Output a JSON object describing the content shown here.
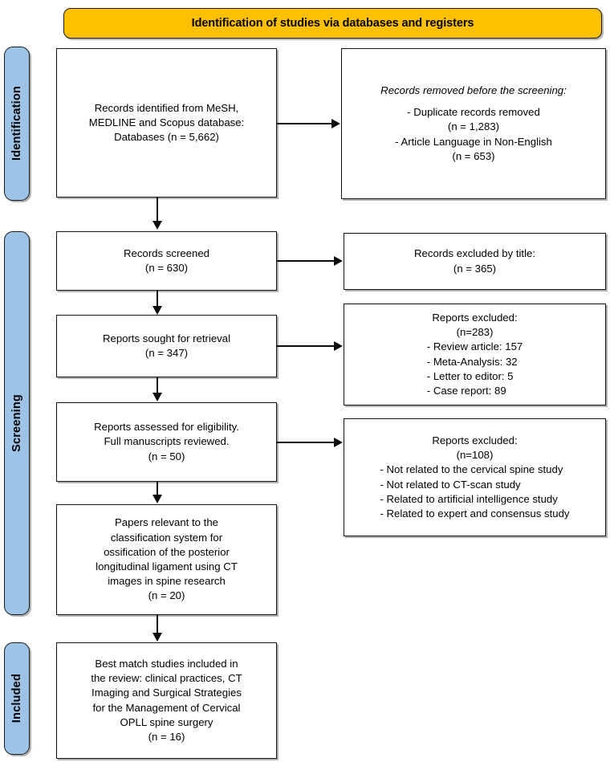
{
  "diagram": {
    "type": "prisma-flow-diagram",
    "banner": {
      "label": "Identification of studies via databases and registers",
      "color": "#FFC000"
    },
    "stage_color": "#9DC3E6",
    "stages": [
      {
        "id": "identification",
        "label": "Identification"
      },
      {
        "id": "screening",
        "label": "Screening"
      },
      {
        "id": "included",
        "label": "Included"
      }
    ],
    "boxes": {
      "records_identified": {
        "line1": "Records identified from MeSH,",
        "line2": "MEDLINE and Scopus database:",
        "line3": "Databases (n = 5,662)",
        "count": "5,662"
      },
      "records_removed": {
        "heading": "Records removed before the screening:",
        "item1": "- Duplicate records removed",
        "item1_n": "(n = 1,283)",
        "item2": "- Article Language in Non-English",
        "item2_n": "(n = 653)"
      },
      "records_screened": {
        "line1": "Records screened",
        "line2": "(n = 630)",
        "count": "630"
      },
      "records_excluded_title": {
        "line1": "Records excluded by title:",
        "line2": "(n = 365)",
        "count": "365"
      },
      "reports_sought": {
        "line1": "Reports sought for retrieval",
        "line2": "(n = 347)",
        "count": "347"
      },
      "reports_excluded_283": {
        "heading": "Reports excluded:",
        "total": "(n=283)",
        "item1": "- Review article: 157",
        "item2": "- Meta-Analysis: 32",
        "item3": "- Letter to editor: 5",
        "item4": "- Case report: 89"
      },
      "reports_assessed": {
        "line1": "Reports assessed for eligibility.",
        "line2": "Full manuscripts reviewed.",
        "line3": "(n = 50)",
        "count": "50"
      },
      "reports_excluded_108": {
        "heading": "Reports excluded:",
        "total": "(n=108)",
        "item1": "- Not related to the cervical spine study",
        "item2": "- Not related to CT-scan study",
        "item3": "- Related to artificial intelligence study",
        "item4": "- Related to expert and consensus study"
      },
      "papers_relevant": {
        "line1": "Papers relevant to the",
        "line2": "classification system for",
        "line3": "ossification of the posterior",
        "line4": "longitudinal ligament using CT",
        "line5": "images in spine research",
        "line6": "(n = 20)",
        "count": "20"
      },
      "best_match": {
        "line1": "Best match studies included in",
        "line2": "the review: clinical practices, CT",
        "line3": "Imaging and Surgical Strategies",
        "line4": "for the Management of Cervical",
        "line5": "OPLL spine surgery",
        "line6": "(n = 16)",
        "count": "16"
      }
    }
  }
}
